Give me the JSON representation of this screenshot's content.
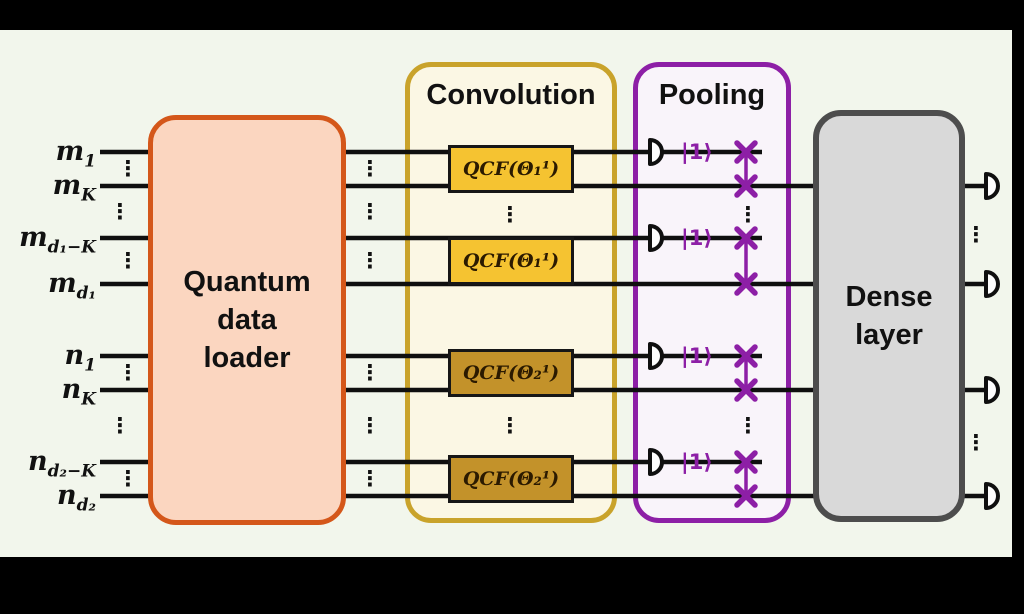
{
  "colors": {
    "panel_bg": "#f2f6ec",
    "ink": "#111111",
    "wire": "#0f0f0f",
    "loader_fill": "#fbd6c0",
    "loader_border": "#d4571a",
    "conv_fill": "#fbf7e4",
    "conv_border": "#c9a32b",
    "qcf_fill_a": "#f5c331",
    "qcf_fill_b": "#c3922a",
    "qcf_border": "#161616",
    "qcf_text": "#2b1a00",
    "pool_fill": "#f9f4fa",
    "pool_border": "#8d1fa6",
    "purple": "#8d1fa6",
    "dense_fill": "#d9d9d9",
    "dense_border": "#4d4d4d"
  },
  "inputs": [
    {
      "base": "m",
      "sub": "1"
    },
    {
      "base": "m",
      "sub": "K"
    },
    {
      "base": "m",
      "sub": "d₁−K"
    },
    {
      "base": "m",
      "sub": "d₁"
    },
    {
      "base": "n",
      "sub": "1"
    },
    {
      "base": "n",
      "sub": "K"
    },
    {
      "base": "n",
      "sub": "d₂−K"
    },
    {
      "base": "n",
      "sub": "d₂"
    }
  ],
  "loader": {
    "lines": [
      "Quantum",
      "data",
      "loader"
    ]
  },
  "convolution": {
    "title": "Convolution",
    "boxes": [
      {
        "label": "QCF(Θ₁¹)"
      },
      {
        "label": "QCF(Θ₁¹)"
      },
      {
        "label": "QCF(Θ₂¹)"
      },
      {
        "label": "QCF(Θ₂¹)"
      }
    ]
  },
  "pooling": {
    "title": "Pooling",
    "ket": "|1⟩"
  },
  "dense": {
    "lines": [
      "Dense",
      "layer"
    ]
  },
  "symbols": {
    "vdots": "⋮"
  }
}
